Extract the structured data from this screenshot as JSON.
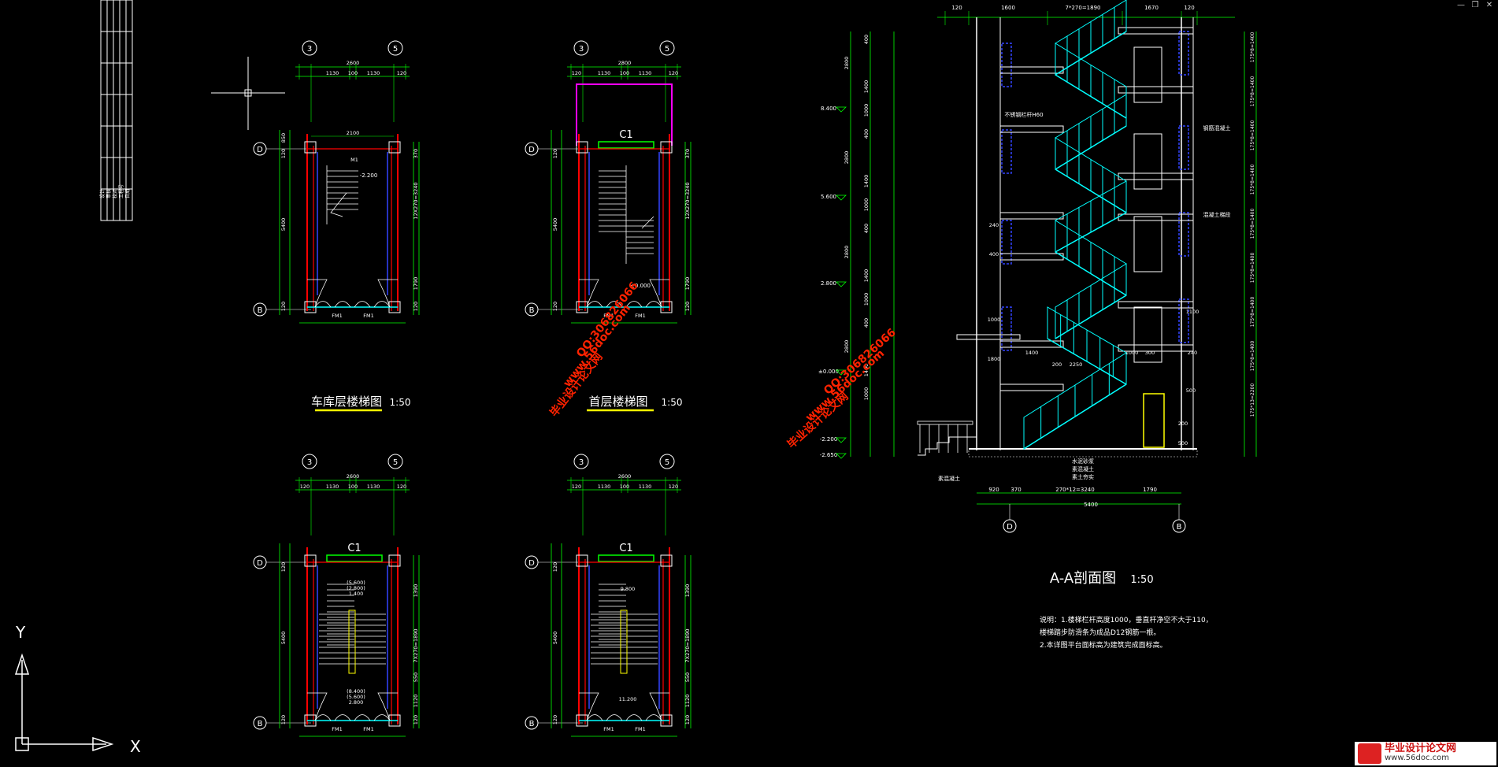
{
  "window_controls": {
    "minimize": "—",
    "restore": "❐",
    "close": "✕"
  },
  "drawing": {
    "grid_labels": {
      "g3": "3",
      "g5": "5",
      "gD": "D",
      "gB": "B"
    },
    "plans": [
      {
        "id": "garage",
        "title": "车库层楼梯图",
        "scale": "1:50",
        "dims_top": [
          "2600",
          "1130",
          "100",
          "1130",
          "120"
        ],
        "inner_dim": "2100",
        "side_dims_left": [
          "850",
          "120",
          "5400",
          "120"
        ],
        "side_dims_right": [
          "370",
          "12X270=3240",
          "1790",
          "120"
        ],
        "level": "-2.200",
        "door_labels": [
          "FM1",
          "FM1"
        ],
        "window": "",
        "mark": "M1"
      },
      {
        "id": "ground",
        "title": "首层楼梯图",
        "scale": "1:50",
        "dims_top": [
          "2800",
          "120",
          "1130",
          "100",
          "1130",
          "120"
        ],
        "inner_dim": "",
        "side_dims_left": [
          "120",
          "5400",
          "120"
        ],
        "side_dims_right": [
          "370",
          "12X270=3240",
          "1790",
          "120"
        ],
        "level": "±0.000",
        "door_labels": [
          "FM1",
          "FM1"
        ],
        "window": "C1",
        "mark": ""
      },
      {
        "id": "standard",
        "title": "",
        "scale": "",
        "dims_top": [
          "2600",
          "120",
          "1130",
          "100",
          "1130",
          "120"
        ],
        "inner_dim": "",
        "side_dims_left": [
          "120",
          "5400",
          "120"
        ],
        "side_dims_right": [
          "1390",
          "7X270=1890",
          "550",
          "1120",
          "120"
        ],
        "level": "",
        "level_lines": [
          "(5.600)",
          "(2.800)",
          "1.400",
          "(8.400)",
          "(5.600)",
          "2.800"
        ],
        "door_labels": [
          "FM1",
          "FM1"
        ],
        "window": "C1",
        "mark": ""
      },
      {
        "id": "top",
        "title": "",
        "scale": "",
        "dims_top": [
          "2600",
          "120",
          "1130",
          "100",
          "1130",
          "120"
        ],
        "inner_dim": "",
        "side_dims_left": [
          "120",
          "5400",
          "120"
        ],
        "side_dims_right": [
          "1390",
          "7X270=1890",
          "550",
          "1120",
          "120"
        ],
        "level": "",
        "level_lines": [
          "9.800",
          "11.200"
        ],
        "door_labels": [
          "FM1",
          "FM1"
        ],
        "window": "C1",
        "mark": ""
      }
    ],
    "section": {
      "title": "A-A剖面图",
      "scale": "1:50",
      "dims_top": [
        "120",
        "1600",
        "7*270=1890",
        "1670",
        "120"
      ],
      "levels_left": [
        "8.400",
        "5.600",
        "2.800",
        "±0.000",
        "-2.200",
        "-2.650"
      ],
      "dims_left": [
        "400",
        "2800",
        "1400",
        "1000",
        "400",
        "2800",
        "1400",
        "1000",
        "400",
        "2800",
        "1400",
        "1000",
        "400",
        "2800",
        "1400",
        "1000"
      ],
      "dims_right": [
        "175*8=1400",
        "175*8=1400",
        "175*8=1400",
        "175*8=1400",
        "175*8=1400",
        "175*8=1400",
        "175*8=1400",
        "175*8=1400",
        "175*13=2200"
      ],
      "dims_bottom": [
        "920",
        "370",
        "270*12=3240",
        "1790"
      ],
      "dims_bottom_total": "5400",
      "notes_labels": [
        "不锈钢栏杆H60",
        "钢筋混凝土",
        "混凝土梯段",
        "素混凝土",
        "水泥砂浆",
        "素混凝土",
        "素土夯实"
      ],
      "misc_dims": [
        "240",
        "400",
        "1000",
        "1800",
        "1400",
        "200",
        "2250",
        "1000",
        "300",
        "240",
        "1100",
        "500",
        "200",
        "500"
      ],
      "notes": [
        "说明：1.楼梯栏杆高度1000，垂直杆净空不大于110，",
        "楼梯踏步防滑条为成品D12钢筋一根。",
        "2.本详图平台面标高为建筑完成面标高。"
      ]
    },
    "watermarks": [
      "毕业设计论文网",
      "www.56doc.com",
      "QQ:306826066"
    ],
    "ucs": {
      "x": "X",
      "y": "Y"
    },
    "title_block_cols": [
      "设计",
      "审核",
      "校对",
      "工程号",
      "日期"
    ]
  },
  "logo": {
    "name": "毕业设计论文网",
    "url": "www.56doc.com"
  },
  "colors": {
    "background": "#000000",
    "wall": "#ff0000",
    "dimension": "#00ff00",
    "text": "#ffffff",
    "stair": "#00ffff",
    "grid_line": "#ff0000",
    "column": "#ff00ff",
    "highlight": "#ffff00",
    "hatch": "#3344ff",
    "watermark": "#ff2200"
  }
}
